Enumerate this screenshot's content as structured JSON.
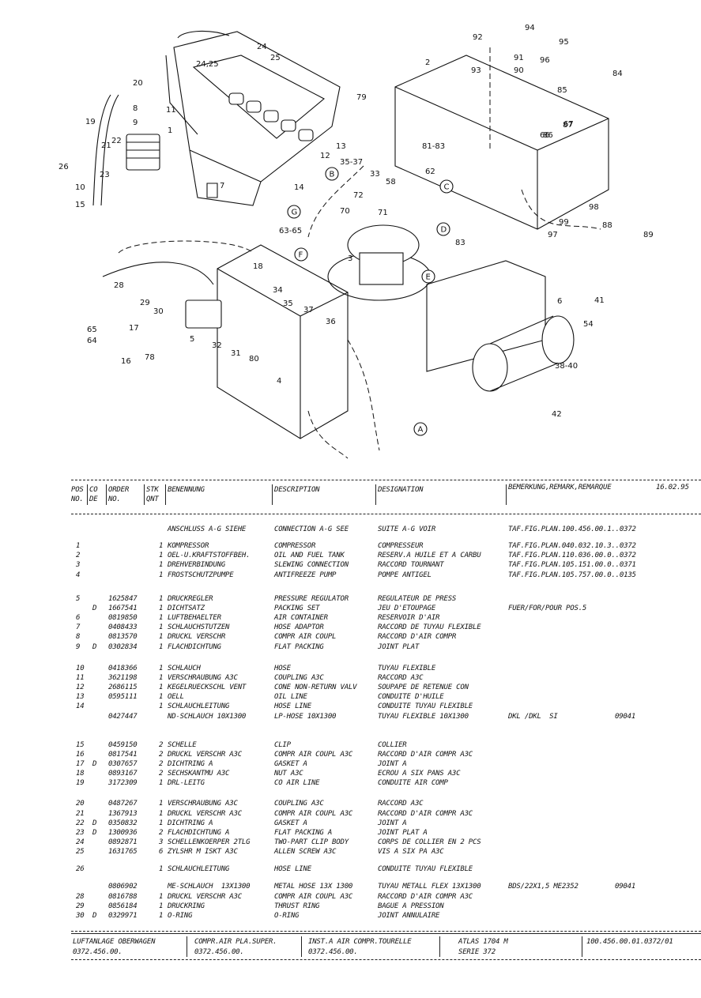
{
  "header": {
    "pos": "POS",
    "pos2": "NO.",
    "co": "CO",
    "co2": "DE",
    "order": "ORDER",
    "order2": "NO.",
    "stk": "STK",
    "stk2": "QNT",
    "benennung": "BENENNUNG",
    "description": "DESCRIPTION",
    "designation": "DESIGNATION",
    "bemerkung": "BEMERKUNG,REMARK,REMARQUE",
    "date": "16.02.95"
  },
  "rows": [
    {
      "pos": "",
      "co": "",
      "order": "",
      "qty": "",
      "de": "ANSCHLUSS A-G SIEHE",
      "en": "CONNECTION A-G SEE",
      "fr": "SUITE A-G VOIR",
      "remark": "TAF.FIG.PLAN.100.456.00.1..0372",
      "code": ""
    },
    {
      "pos": "1",
      "co": "",
      "order": "",
      "qty": "1",
      "de": "KOMPRESSOR",
      "en": "COMPRESSOR",
      "fr": "COMPRESSEUR",
      "remark": "TAF.FIG.PLAN.040.032.10.3..0372",
      "code": ""
    },
    {
      "pos": "2",
      "co": "",
      "order": "",
      "qty": "1",
      "de": "OEL-U.KRAFTSTOFFBEH.",
      "en": "OIL AND FUEL TANK",
      "fr": "RESERV.A HUILE ET A CARBU",
      "remark": "TAF.FIG.PLAN.110.036.00.0..0372",
      "code": ""
    },
    {
      "pos": "3",
      "co": "",
      "order": "",
      "qty": "1",
      "de": "DREHVERBINDUNG",
      "en": "SLEWING CONNECTION",
      "fr": "RACCORD TOURNANT",
      "remark": "TAF.FIG.PLAN.105.151.00.0..0371",
      "code": ""
    },
    {
      "pos": "4",
      "co": "",
      "order": "",
      "qty": "1",
      "de": "FROSTSCHUTZPUMPE",
      "en": "ANTIFREEZE PUMP",
      "fr": "POMPE ANTIGEL",
      "remark": "TAF.FIG.PLAN.105.757.00.0..0135",
      "code": ""
    },
    {
      "pos": "5",
      "co": "",
      "order": "1625847",
      "qty": "1",
      "de": "DRUCKREGLER",
      "en": "PRESSURE REGULATOR",
      "fr": "REGULATEUR DE PRESS",
      "remark": "",
      "code": ""
    },
    {
      "pos": "",
      "co": "D",
      "order": "1667541",
      "qty": "1",
      "de": "DICHTSATZ",
      "en": "PACKING SET",
      "fr": "JEU D'ETOUPAGE",
      "remark": "FUER/FOR/POUR POS.5",
      "code": ""
    },
    {
      "pos": "6",
      "co": "",
      "order": "0819850",
      "qty": "1",
      "de": "LUFTBEHAELTER",
      "en": "AIR CONTAINER",
      "fr": "RESERVOIR D'AIR",
      "remark": "",
      "code": ""
    },
    {
      "pos": "7",
      "co": "",
      "order": "0408433",
      "qty": "1",
      "de": "SCHLAUCHSTUTZEN",
      "en": "HOSE ADAPTOR",
      "fr": "RACCORD DE TUYAU FLEXIBLE",
      "remark": "",
      "code": ""
    },
    {
      "pos": "8",
      "co": "",
      "order": "0813570",
      "qty": "1",
      "de": "DRUCKL VERSCHR",
      "en": "COMPR AIR COUPL",
      "fr": "RACCORD D'AIR COMPR",
      "remark": "",
      "code": ""
    },
    {
      "pos": "9",
      "co": "D",
      "order": "0302834",
      "qty": "1",
      "de": "FLACHDICHTUNG",
      "en": "FLAT PACKING",
      "fr": "JOINT PLAT",
      "remark": "",
      "code": ""
    },
    {
      "pos": "10",
      "co": "",
      "order": "0418366",
      "qty": "1",
      "de": "SCHLAUCH",
      "en": "HOSE",
      "fr": "TUYAU FLEXIBLE",
      "remark": "",
      "code": ""
    },
    {
      "pos": "11",
      "co": "",
      "order": "3621198",
      "qty": "1",
      "de": "VERSCHRAUBUNG A3C",
      "en": "COUPLING A3C",
      "fr": "RACCORD A3C",
      "remark": "",
      "code": ""
    },
    {
      "pos": "12",
      "co": "",
      "order": "2686115",
      "qty": "1",
      "de": "KEGELRUECKSCHL VENT",
      "en": "CONE NON-RETURN VALV",
      "fr": "SOUPAPE DE RETENUE CON",
      "remark": "",
      "code": ""
    },
    {
      "pos": "13",
      "co": "",
      "order": "0595111",
      "qty": "1",
      "de": "OELL",
      "en": "OIL LINE",
      "fr": "CONDUITE D'HUILE",
      "remark": "",
      "code": ""
    },
    {
      "pos": "14",
      "co": "",
      "order": "",
      "qty": "1",
      "de": "SCHLAUCHLEITUNG",
      "en": "HOSE LINE",
      "fr": "CONDUITE TUYAU FLEXIBLE",
      "remark": "",
      "code": ""
    },
    {
      "pos": "",
      "co": "",
      "order": "0427447",
      "qty": "",
      "de": "ND-SCHLAUCH 10X1300",
      "en": "LP-HOSE 10X1300",
      "fr": "TUYAU FLEXIBLE 10X1300",
      "remark": "DKL /DKL  SI",
      "code": "09041"
    },
    {
      "pos": "15",
      "co": "",
      "order": "0459150",
      "qty": "2",
      "de": "SCHELLE",
      "en": "CLIP",
      "fr": "COLLIER",
      "remark": "",
      "code": ""
    },
    {
      "pos": "16",
      "co": "",
      "order": "0817541",
      "qty": "2",
      "de": "DRUCKL VERSCHR A3C",
      "en": "COMPR AIR COUPL A3C",
      "fr": "RACCORD D'AIR COMPR A3C",
      "remark": "",
      "code": ""
    },
    {
      "pos": "17",
      "co": "D",
      "order": "0307657",
      "qty": "2",
      "de": "DICHTRING A",
      "en": "GASKET A",
      "fr": "JOINT A",
      "remark": "",
      "code": ""
    },
    {
      "pos": "18",
      "co": "",
      "order": "0893167",
      "qty": "2",
      "de": "SECHSKANTMU A3C",
      "en": "NUT A3C",
      "fr": "ECROU A SIX PANS A3C",
      "remark": "",
      "code": ""
    },
    {
      "pos": "19",
      "co": "",
      "order": "3172309",
      "qty": "1",
      "de": "DRL-LEITG",
      "en": "CO AIR LINE",
      "fr": "CONDUITE AIR COMP",
      "remark": "",
      "code": ""
    },
    {
      "pos": "20",
      "co": "",
      "order": "0487267",
      "qty": "1",
      "de": "VERSCHRAUBUNG A3C",
      "en": "COUPLING A3C",
      "fr": "RACCORD A3C",
      "remark": "",
      "code": ""
    },
    {
      "pos": "21",
      "co": "",
      "order": "1367913",
      "qty": "1",
      "de": "DRUCKL VERSCHR A3C",
      "en": "COMPR AIR COUPL A3C",
      "fr": "RACCORD D'AIR COMPR A3C",
      "remark": "",
      "code": ""
    },
    {
      "pos": "22",
      "co": "D",
      "order": "0350832",
      "qty": "1",
      "de": "DICHTRING A",
      "en": "GASKET A",
      "fr": "JOINT A",
      "remark": "",
      "code": ""
    },
    {
      "pos": "23",
      "co": "D",
      "order": "1300936",
      "qty": "2",
      "de": "FLACHDICHTUNG A",
      "en": "FLAT PACKING A",
      "fr": "JOINT PLAT A",
      "remark": "",
      "code": ""
    },
    {
      "pos": "24",
      "co": "",
      "order": "0892871",
      "qty": "3",
      "de": "SCHELLENKOERPER 2TLG",
      "en": "TWO-PART CLIP BODY",
      "fr": "CORPS DE COLLIER EN 2 PCS",
      "remark": "",
      "code": ""
    },
    {
      "pos": "25",
      "co": "",
      "order": "1631765",
      "qty": "6",
      "de": "ZYLSHR M ISKT A3C",
      "en": "ALLEN SCREW A3C",
      "fr": "VIS A SIX PA A3C",
      "remark": "",
      "code": ""
    },
    {
      "pos": "26",
      "co": "",
      "order": "",
      "qty": "1",
      "de": "SCHLAUCHLEITUNG",
      "en": "HOSE LINE",
      "fr": "CONDUITE TUYAU FLEXIBLE",
      "remark": "",
      "code": ""
    },
    {
      "pos": "",
      "co": "",
      "order": "0806902",
      "qty": "",
      "de": "ME-SCHLAUCH  13X1300",
      "en": "METAL HOSE 13X 1300",
      "fr": "TUYAU METALL FLEX 13X1300",
      "remark": "BDS/22X1,5 ME2352",
      "code": "09041"
    },
    {
      "pos": "28",
      "co": "",
      "order": "0816788",
      "qty": "1",
      "de": "DRUCKL VERSCHR A3C",
      "en": "COMPR AIR COUPL A3C",
      "fr": "RACCORD D'AIR COMPR A3C",
      "remark": "",
      "code": ""
    },
    {
      "pos": "29",
      "co": "",
      "order": "0856184",
      "qty": "1",
      "de": "DRUCKRING",
      "en": "THRUST RING",
      "fr": "BAGUE A PRESSION",
      "remark": "",
      "code": ""
    },
    {
      "pos": "30",
      "co": "D",
      "order": "0329971",
      "qty": "1",
      "de": "O-RING",
      "en": "O-RING",
      "fr": "JOINT ANNULAIRE",
      "remark": "",
      "code": ""
    }
  ],
  "footer": {
    "de": "LUFTANLAGE OBERWAGEN",
    "de_no": "0372.456.00.",
    "en": "COMPR.AIR PLA.SUPER.",
    "en_no": "0372.456.00.",
    "fr": "INST.A AIR COMPR.TOURELLE",
    "fr_no": "0372.456.00.",
    "model": "ATLAS 1704 M",
    "serie": "SERIE 372",
    "sheet": "100.456.00.01.0372/01"
  },
  "callouts": [
    "1",
    "2",
    "3",
    "4",
    "5",
    "6",
    "7",
    "8",
    "9",
    "10",
    "11",
    "12",
    "13",
    "14",
    "15",
    "16",
    "17",
    "18",
    "19",
    "20",
    "21",
    "22",
    "23",
    "24",
    "24,25",
    "25",
    "26",
    "28",
    "29",
    "30",
    "31",
    "32",
    "33",
    "34",
    "35",
    "35-37",
    "36",
    "37",
    "38-40",
    "41",
    "42",
    "54",
    "58",
    "62",
    "63-65",
    "64",
    "65",
    "66",
    "67",
    "70",
    "71",
    "72",
    "78",
    "79",
    "80",
    "81-83",
    "83",
    "84",
    "85",
    "86",
    "87",
    "88",
    "89",
    "90",
    "91",
    "92",
    "93",
    "94",
    "95",
    "96",
    "97",
    "98",
    "99"
  ],
  "letters": [
    "A",
    "B",
    "C",
    "D",
    "E",
    "F",
    "G"
  ]
}
